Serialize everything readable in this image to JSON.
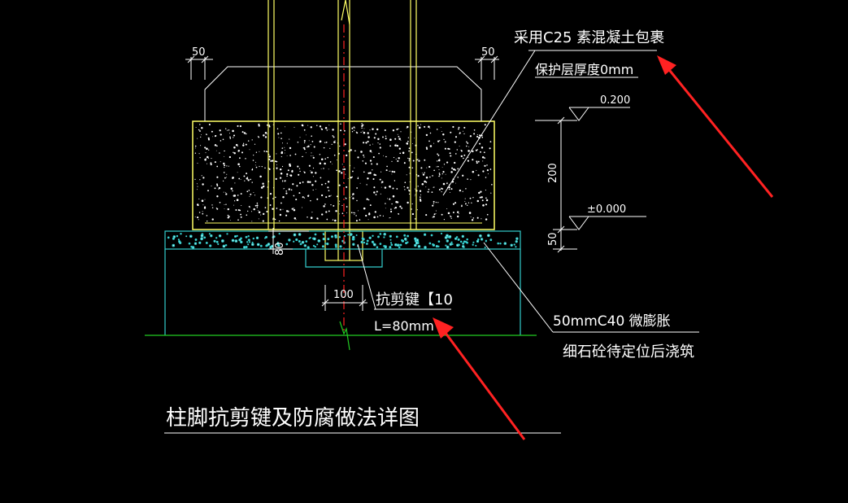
{
  "drawing": {
    "title": "柱脚抗剪键及防腐做法详图",
    "annotations": {
      "encase_line1": "采用C25  素混凝土包裹",
      "encase_line2": "保护层厚度0mm",
      "grout_line1": "50mmC40   微膨胀",
      "grout_line2": "细石砼待定位后浇筑",
      "shear_key": "抗剪键【10",
      "shear_key_length": "L=80mm"
    },
    "levels": {
      "top": "0.200",
      "ground": "±0.000"
    },
    "dimensions": {
      "left_offset": "50",
      "right_offset": "50",
      "height_200": "200",
      "height_50": "50",
      "depth_80": "80",
      "width_100": "100"
    }
  },
  "colors": {
    "background": "#000000",
    "yellow": "#ffff66",
    "cyan": "#33cccc",
    "white": "#ffffff",
    "red": "#ff2222",
    "green": "#22cc22"
  }
}
